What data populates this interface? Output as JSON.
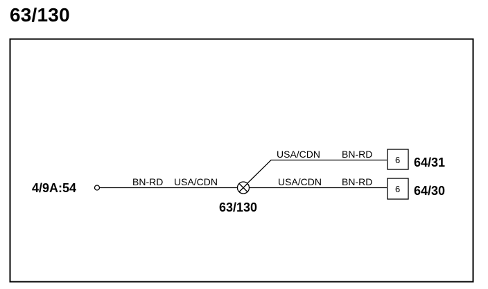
{
  "page_title": "63/130",
  "diagram": {
    "source_connector": "4/9A:54",
    "splice": "63/130",
    "main_wire": {
      "color": "BN-RD",
      "market": "USA/CDN"
    },
    "branches": [
      {
        "market": "USA/CDN",
        "color": "BN-RD",
        "pin": "6",
        "connector": "64/31"
      },
      {
        "market": "USA/CDN",
        "color": "BN-RD",
        "pin": "6",
        "connector": "64/30"
      }
    ]
  }
}
